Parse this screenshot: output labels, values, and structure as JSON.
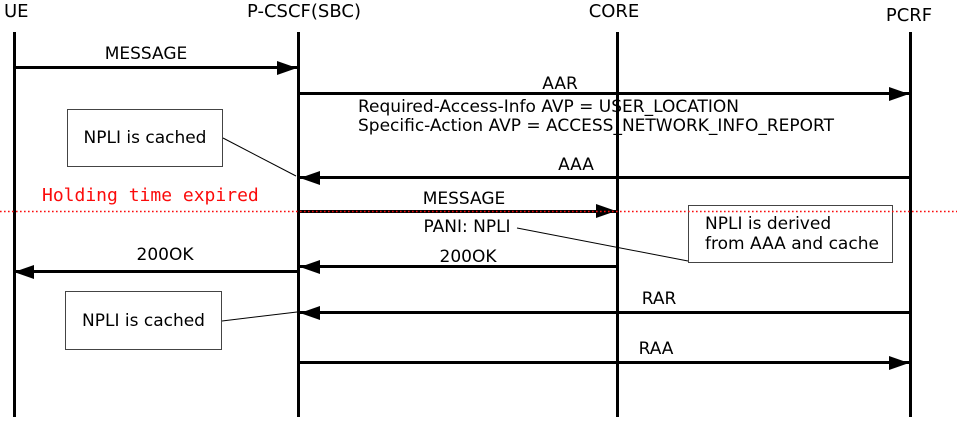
{
  "diagram_type": "sequence-diagram",
  "actors": [
    {
      "label": "UE"
    },
    {
      "label": "P-CSCF(SBC)"
    },
    {
      "label": "CORE"
    },
    {
      "label": "PCRF"
    }
  ],
  "messages": [
    {
      "label": "MESSAGE",
      "from": "UE",
      "to": "P-CSCF(SBC)"
    },
    {
      "label": "AAR",
      "from": "P-CSCF(SBC)",
      "to": "PCRF",
      "details": [
        "Required-Access-Info AVP = USER_LOCATION",
        "Specific-Action AVP = ACCESS_NETWORK_INFO_REPORT"
      ]
    },
    {
      "label": "AAA",
      "from": "PCRF",
      "to": "P-CSCF(SBC)"
    },
    {
      "label": "MESSAGE",
      "sublabel": "PANI: NPLI",
      "from": "P-CSCF(SBC)",
      "to": "CORE"
    },
    {
      "label": "200OK",
      "from": "CORE",
      "to": "P-CSCF(SBC)"
    },
    {
      "label": "200OK",
      "from": "P-CSCF(SBC)",
      "to": "UE"
    },
    {
      "label": "RAR",
      "from": "PCRF",
      "to": "P-CSCF(SBC)"
    },
    {
      "label": "RAA",
      "from": "P-CSCF(SBC)",
      "to": "PCRF"
    }
  ],
  "notes": [
    {
      "text": "NPLI is cached"
    },
    {
      "lines": [
        "NPLI is derived",
        "from AAA and cache"
      ]
    },
    {
      "text": "NPLI is cached"
    }
  ],
  "divider": {
    "label": "Holding time expired"
  },
  "colors": {
    "line": "#000000",
    "divider_red": "#fb0b0b",
    "note_border": "#444444",
    "background": "#ffffff"
  }
}
